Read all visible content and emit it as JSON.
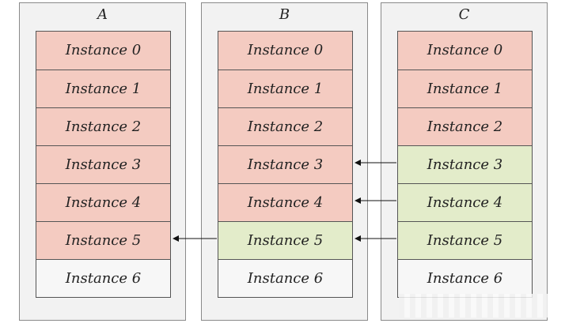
{
  "panels": [
    {
      "title": "A",
      "instances": [
        {
          "label": "Instance 0",
          "state": "red"
        },
        {
          "label": "Instance 1",
          "state": "red"
        },
        {
          "label": "Instance 2",
          "state": "red"
        },
        {
          "label": "Instance 3",
          "state": "red"
        },
        {
          "label": "Instance 4",
          "state": "red"
        },
        {
          "label": "Instance 5",
          "state": "red"
        },
        {
          "label": "Instance 6",
          "state": "white"
        }
      ]
    },
    {
      "title": "B",
      "instances": [
        {
          "label": "Instance 0",
          "state": "red"
        },
        {
          "label": "Instance 1",
          "state": "red"
        },
        {
          "label": "Instance 2",
          "state": "red"
        },
        {
          "label": "Instance 3",
          "state": "red"
        },
        {
          "label": "Instance 4",
          "state": "red"
        },
        {
          "label": "Instance 5",
          "state": "green"
        },
        {
          "label": "Instance 6",
          "state": "white"
        }
      ]
    },
    {
      "title": "C",
      "instances": [
        {
          "label": "Instance 0",
          "state": "red"
        },
        {
          "label": "Instance 1",
          "state": "red"
        },
        {
          "label": "Instance 2",
          "state": "red"
        },
        {
          "label": "Instance 3",
          "state": "green"
        },
        {
          "label": "Instance 4",
          "state": "green"
        },
        {
          "label": "Instance 5",
          "state": "green"
        },
        {
          "label": "Instance 6",
          "state": "white"
        }
      ]
    }
  ],
  "colors": {
    "red": "#f4cbc1",
    "green": "#e3ecca",
    "white": "#f7f7f7",
    "panel": "#f2f2f2",
    "border": "#555555"
  },
  "arrows": [
    {
      "from_panel": "C",
      "to_panel": "B",
      "row": 3
    },
    {
      "from_panel": "C",
      "to_panel": "B",
      "row": 4
    },
    {
      "from_panel": "C",
      "to_panel": "B",
      "row": 5
    },
    {
      "from_panel": "B",
      "to_panel": "A",
      "row": 5
    }
  ]
}
